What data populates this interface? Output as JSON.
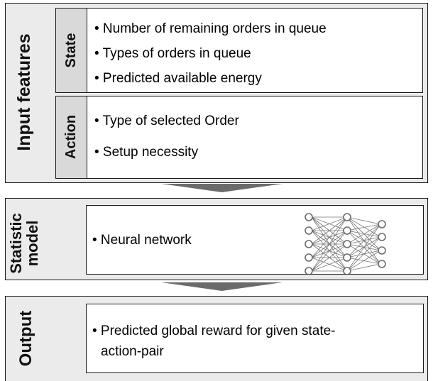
{
  "sections": {
    "input": {
      "label": "Input features",
      "state": {
        "label": "State",
        "items": [
          "• Number of remaining orders in queue",
          "• Types of orders in queue",
          "• Predicted available energy"
        ]
      },
      "action": {
        "label": "Action",
        "items": [
          "• Type of selected Order",
          "• Setup necessity"
        ]
      }
    },
    "model": {
      "label_line1": "Statistic",
      "label_line2": "model",
      "items": [
        "• Neural network"
      ],
      "icon": "neural-network-icon"
    },
    "output": {
      "label": "Output",
      "items": [
        "• Predicted global reward for given state-",
        "action-pair"
      ]
    }
  },
  "colors": {
    "panel_bg": "#ebebeb",
    "tab_bg": "#d9d9d9",
    "border": "#1a1a1a",
    "arrow": "#6b6b6b"
  }
}
